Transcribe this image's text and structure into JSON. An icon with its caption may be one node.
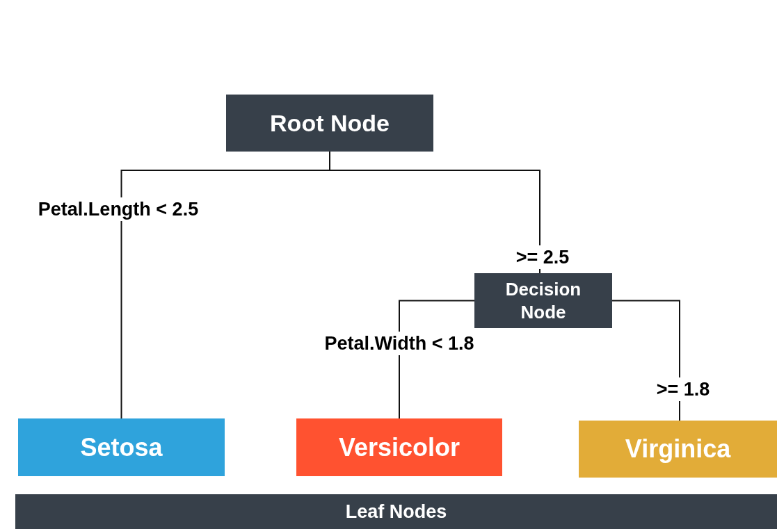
{
  "diagram": {
    "nodes": [
      {
        "text": [
          "Root Node"
        ]
      },
      {
        "text": [
          "Decision Node"
        ]
      },
      {
        "text": [
          "Setosa"
        ]
      },
      {
        "text": [
          "Versicolor"
        ]
      },
      {
        "text": [
          "Virginica"
        ]
      },
      {
        "text": [
          "Leaf Nodes"
        ]
      }
    ],
    "edges": [
      {
        "from": 0,
        "to": 2,
        "arrow": "none",
        "label": "Petal.Length < 2.5"
      },
      {
        "from": 0,
        "to": 1,
        "arrow": "none",
        "label": ">= 2.5"
      },
      {
        "from": 1,
        "to": 3,
        "arrow": "none",
        "label": "Petal.Width < 1.8"
      },
      {
        "from": 1,
        "to": 4,
        "arrow": "none",
        "label": ">= 1.8"
      }
    ]
  }
}
